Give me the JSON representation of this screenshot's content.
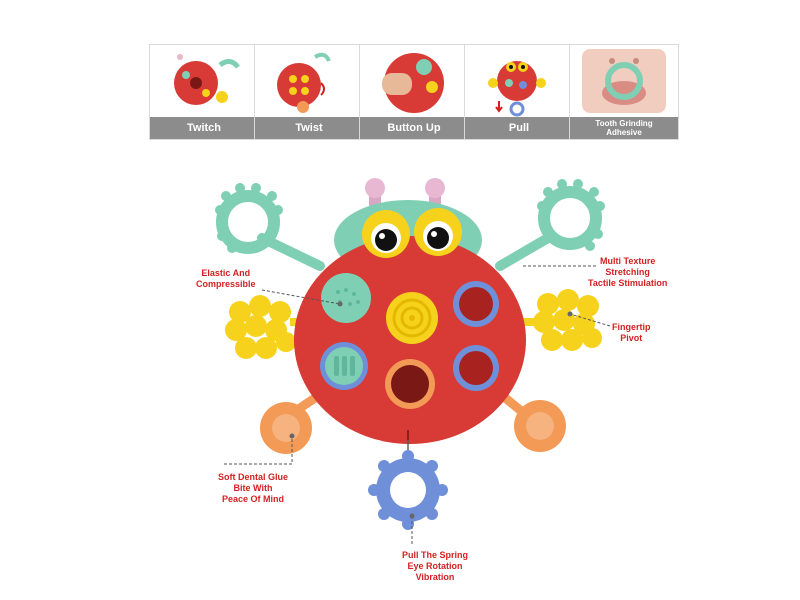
{
  "features": [
    {
      "label": "Twitch",
      "icon": "ladybug-twitch-icon"
    },
    {
      "label": "Twist",
      "icon": "ladybug-twist-icon"
    },
    {
      "label": "Button Up",
      "icon": "finger-press-icon"
    },
    {
      "label": "Pull",
      "icon": "ladybug-pull-icon"
    },
    {
      "label": "Tooth Grinding\nAdhesive",
      "icon": "teether-mouth-icon"
    }
  ],
  "callouts": {
    "elastic": "Elastic And\nCompressible",
    "multi_texture": "Multi Texture\nStretching\nTactile Stimulation",
    "fingertip": "Fingertip\nPivot",
    "dental": "Soft Dental Glue\nBite With\nPeace Of Mind",
    "spring": "Pull The Spring\nEye Rotation\nVibration"
  },
  "colors": {
    "body_red": "#d83a35",
    "mint": "#7fcfb4",
    "yellow": "#f7d21c",
    "orange": "#f39a57",
    "blue": "#6f8fd8",
    "callout_text": "#d32222",
    "label_bg": "#8c8c8c"
  }
}
